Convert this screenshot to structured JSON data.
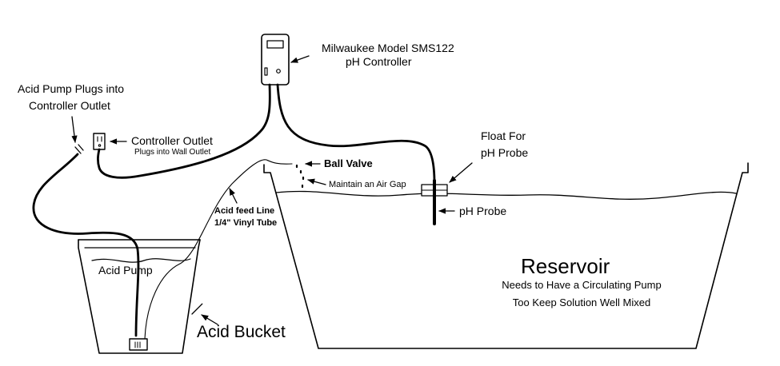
{
  "labels": {
    "controller_model": "Milwaukee Model SMS122",
    "controller_type": "pH Controller",
    "pump_plugs_line1": "Acid Pump Plugs into",
    "pump_plugs_line2": "Controller Outlet",
    "outlet_title": "Controller Outlet",
    "outlet_sub": "Plugs into Wall Outlet",
    "ball_valve": "Ball Valve",
    "air_gap": "Maintain an Air Gap",
    "feed_line1": "Acid feed Line",
    "feed_line2": "1/4\" Vinyl Tube",
    "float_line1": "Float For",
    "float_line2": "pH Probe",
    "ph_probe": "pH Probe",
    "reservoir_title": "Reservoir",
    "reservoir_note1": "Needs to Have a Circulating Pump",
    "reservoir_note2": "Too Keep Solution Well Mixed",
    "acid_pump": "Acid Pump",
    "acid_bucket": "Acid Bucket"
  },
  "colors": {
    "ink": "#000000",
    "paper": "#ffffff"
  }
}
